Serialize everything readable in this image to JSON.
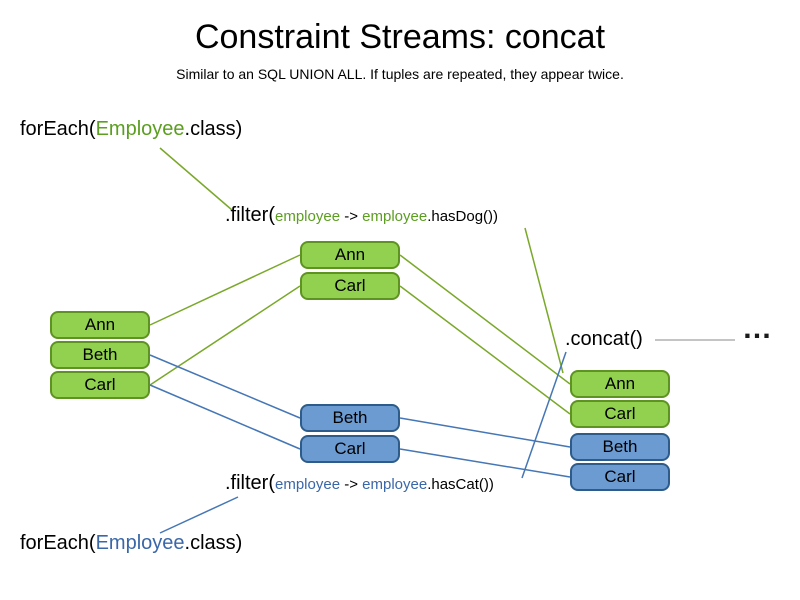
{
  "title": "Constraint Streams: concat",
  "subtitle": "Similar to an SQL UNION ALL. If tuples are repeated, they appear twice.",
  "labels": {
    "foreach_top": {
      "prefix": "forEach(",
      "class_name": "Employee",
      "suffix": ".class)"
    },
    "filter_dog": {
      "prefix": ".filter(",
      "param": "employee",
      "arrow": " -> ",
      "object": "employee",
      "suffix": ".hasDog())"
    },
    "filter_cat": {
      "prefix": ".filter(",
      "param": "employee",
      "arrow": " -> ",
      "object": "employee",
      "suffix": ".hasCat())"
    },
    "foreach_bottom": {
      "prefix": "forEach(",
      "class_name": "Employee",
      "suffix": ".class)"
    },
    "concat": ".concat()",
    "ellipsis": "…"
  },
  "nodes": {
    "source": [
      "Ann",
      "Beth",
      "Carl"
    ],
    "dog_filtered": [
      "Ann",
      "Carl"
    ],
    "cat_filtered": [
      "Beth",
      "Carl"
    ],
    "concat_result": [
      {
        "label": "Ann",
        "color": "green"
      },
      {
        "label": "Carl",
        "color": "green"
      },
      {
        "label": "Beth",
        "color": "blue"
      },
      {
        "label": "Carl",
        "color": "blue"
      }
    ]
  },
  "colors": {
    "green_fill": "#92d050",
    "green_border": "#5e9321",
    "green_text": "#5b9e20",
    "blue_fill": "#6c9bd2",
    "blue_border": "#2e5c8a",
    "blue_text": "#3a67a8",
    "edge_green": "#7aa82a",
    "edge_blue": "#4576b5"
  }
}
